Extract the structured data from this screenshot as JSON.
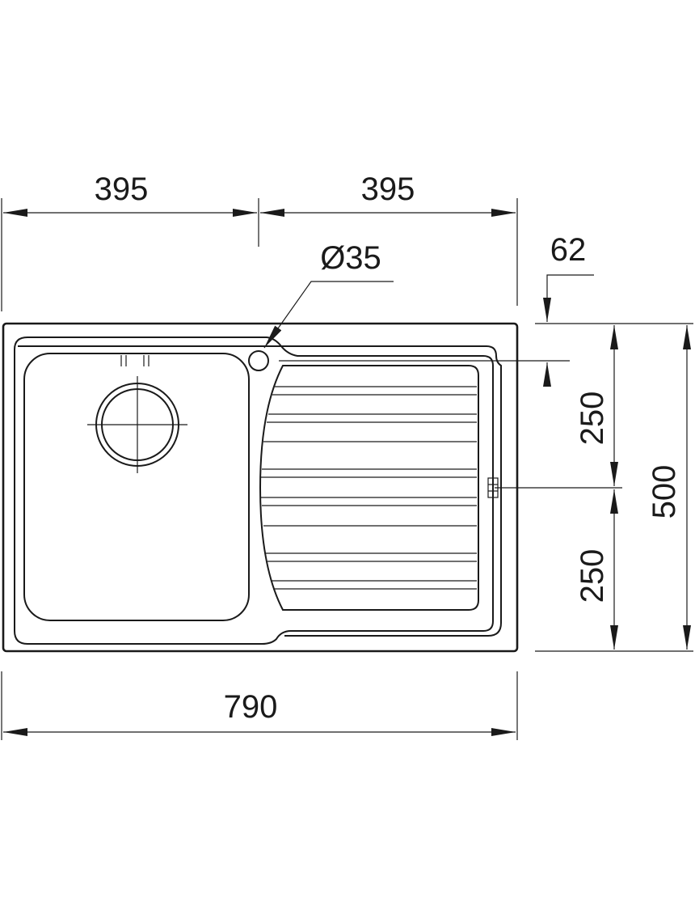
{
  "dimensions": {
    "left_half_width": "395",
    "right_half_width": "395",
    "tap_hole_diameter": "Ø35",
    "tap_hole_offset": "62",
    "upper_half_depth": "250",
    "lower_half_depth": "250",
    "total_depth": "500",
    "total_width": "790"
  },
  "colors": {
    "line": "#1a1a1a",
    "background": "#ffffff"
  }
}
